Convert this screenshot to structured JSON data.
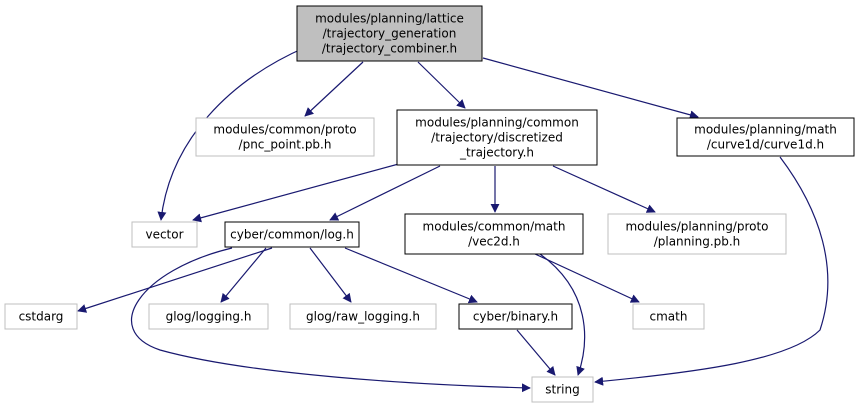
{
  "colors": {
    "edge": "#191970",
    "focus_fill": "#bfbfbf",
    "node_border_dark": "#000000",
    "node_border_light": "#bfbfbf",
    "background": "#ffffff"
  },
  "nodes": [
    {
      "id": "n0",
      "lines": [
        "modules/planning/lattice",
        "/trajectory_generation",
        "/trajectory_combiner.h"
      ],
      "style": "focus"
    },
    {
      "id": "n1",
      "lines": [
        "modules/common/proto",
        "/pnc_point.pb.h"
      ],
      "style": "external"
    },
    {
      "id": "n2",
      "lines": [
        "modules/planning/common",
        "/trajectory/discretized",
        "_trajectory.h"
      ],
      "style": "internal"
    },
    {
      "id": "n3",
      "lines": [
        "modules/planning/math",
        "/curve1d/curve1d.h"
      ],
      "style": "internal"
    },
    {
      "id": "n4",
      "lines": [
        "vector"
      ],
      "style": "external"
    },
    {
      "id": "n5",
      "lines": [
        "cyber/common/log.h"
      ],
      "style": "internal"
    },
    {
      "id": "n6",
      "lines": [
        "modules/common/math",
        "/vec2d.h"
      ],
      "style": "internal"
    },
    {
      "id": "n7",
      "lines": [
        "modules/planning/proto",
        "/planning.pb.h"
      ],
      "style": "external"
    },
    {
      "id": "n8",
      "lines": [
        "cstdarg"
      ],
      "style": "external"
    },
    {
      "id": "n9",
      "lines": [
        "glog/logging.h"
      ],
      "style": "external"
    },
    {
      "id": "n10",
      "lines": [
        "glog/raw_logging.h"
      ],
      "style": "external"
    },
    {
      "id": "n11",
      "lines": [
        "cyber/binary.h"
      ],
      "style": "internal"
    },
    {
      "id": "n12",
      "lines": [
        "cmath"
      ],
      "style": "external"
    },
    {
      "id": "n13",
      "lines": [
        "string"
      ],
      "style": "external"
    }
  ],
  "edges": [
    [
      "n0",
      "n1"
    ],
    [
      "n0",
      "n2"
    ],
    [
      "n0",
      "n3"
    ],
    [
      "n0",
      "n4"
    ],
    [
      "n2",
      "n4"
    ],
    [
      "n2",
      "n5"
    ],
    [
      "n2",
      "n6"
    ],
    [
      "n2",
      "n7"
    ],
    [
      "n3",
      "n13"
    ],
    [
      "n5",
      "n8"
    ],
    [
      "n5",
      "n9"
    ],
    [
      "n5",
      "n10"
    ],
    [
      "n5",
      "n11"
    ],
    [
      "n5",
      "n13"
    ],
    [
      "n6",
      "n12"
    ],
    [
      "n6",
      "n13"
    ],
    [
      "n11",
      "n13"
    ]
  ]
}
